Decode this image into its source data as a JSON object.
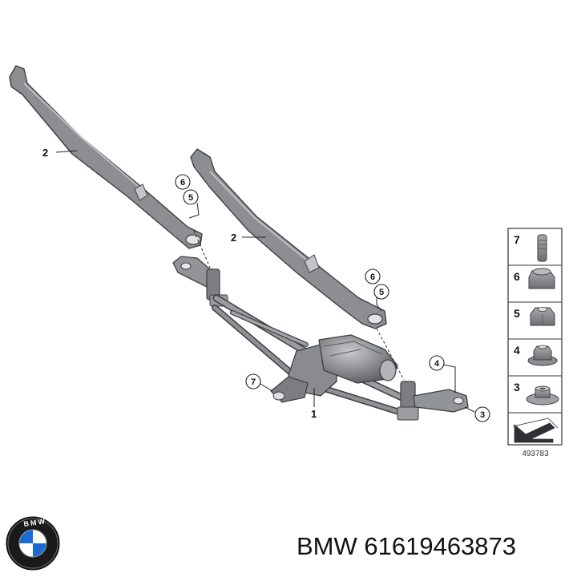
{
  "diagram": {
    "part_labels": [
      "2",
      "2",
      "1"
    ],
    "callouts": [
      "6",
      "5",
      "6",
      "5",
      "7",
      "4",
      "3"
    ],
    "legend": {
      "items": [
        "7",
        "6",
        "5",
        "4",
        "3"
      ],
      "diagram_id": "493783"
    }
  },
  "brand": {
    "logo_letters": "BMW",
    "caption": "BMW 61619463873"
  },
  "colors": {
    "part_fill": "#8a8b8e",
    "part_stroke": "#3e3f42",
    "highlight": "#b7b8bb",
    "bmw_blue": "#1c69d4"
  }
}
